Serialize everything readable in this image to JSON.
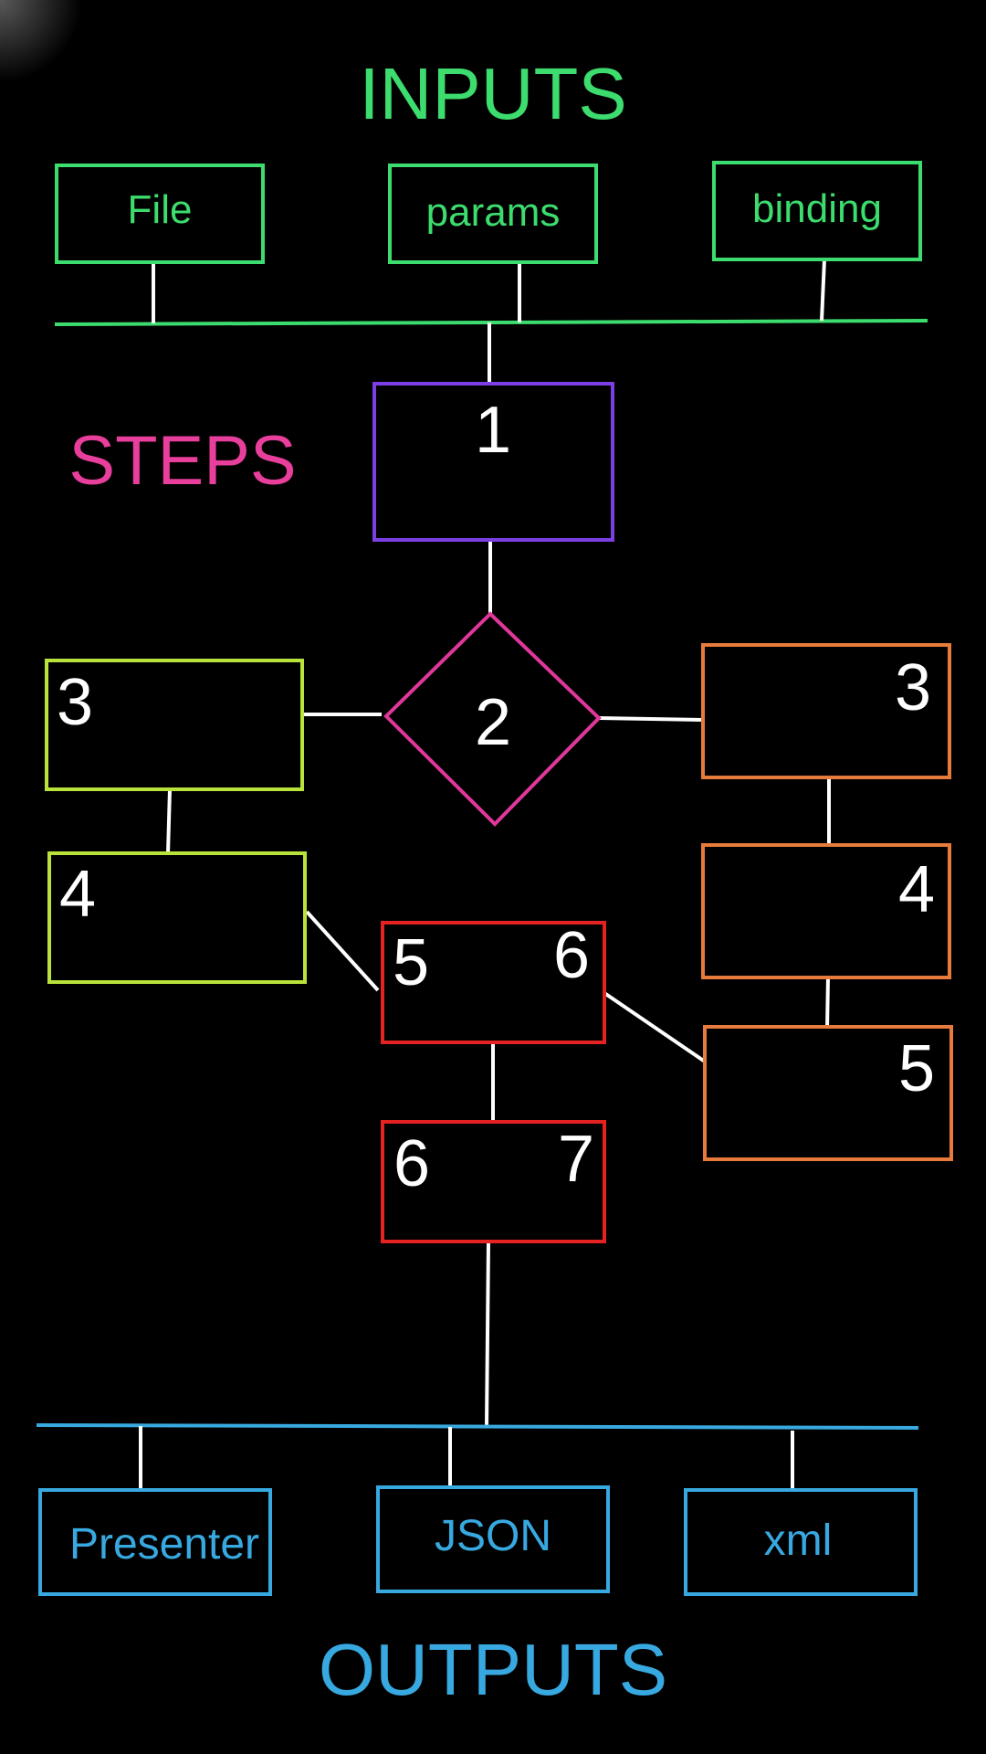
{
  "colors": {
    "background": "#000000",
    "inputs": "#3ddc6e",
    "steps_label": "#e83e9c",
    "outputs": "#38a9e0",
    "step1": "#7b3fe4",
    "decision": "#e0379a",
    "left_branch": "#b9e33a",
    "right_branch": "#e77b3c",
    "merge": "#e52222",
    "connector": "#ffffff"
  },
  "headings": {
    "inputs": "INPUTS",
    "steps": "STEPS",
    "outputs": "OUTPUTS"
  },
  "inputs": [
    "File",
    "params",
    "binding"
  ],
  "steps": {
    "step1": "1",
    "decision": "2",
    "left3": "3",
    "left4": "4",
    "right3": "3",
    "right4": "4",
    "right5": "5",
    "merge_a_left": "5",
    "merge_a_right": "6",
    "merge_b_left": "6",
    "merge_b_right": "7"
  },
  "outputs": [
    "Presenter",
    "JSON",
    "xml"
  ]
}
